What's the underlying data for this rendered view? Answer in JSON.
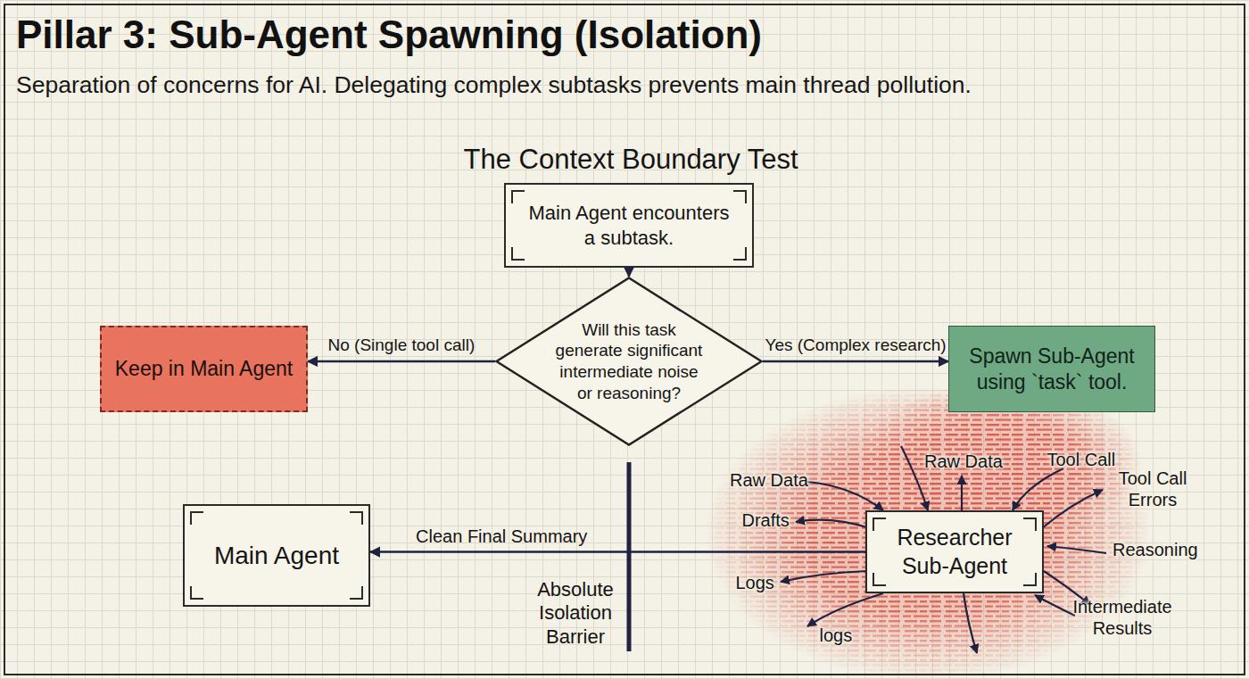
{
  "diagram": {
    "title": "Pillar 3: Sub-Agent Spawning (Isolation)",
    "caption": "Separation of concerns for AI. Delegating complex subtasks prevents main thread pollution.",
    "nodes": [
      {
        "text": [
          "Main Agent encounters a subtask."
        ]
      },
      {
        "text": [
          "Will this task generate significant intermediate noise or reasoning?"
        ]
      },
      {
        "text": [
          "Keep in Main Agent"
        ]
      },
      {
        "text": [
          "Spawn Sub-Agent using `task` tool."
        ]
      },
      {
        "text": [
          "Main Agent"
        ]
      },
      {
        "text": [
          "Researcher Sub-Agent"
        ]
      }
    ],
    "edges": [
      {
        "from": 0,
        "to": 1,
        "arrow": "to"
      },
      {
        "from": 1,
        "to": 2,
        "label": "No (Single tool call)",
        "arrow": "to"
      },
      {
        "from": 1,
        "to": 3,
        "label": "Yes (Complex research)",
        "arrow": "to"
      },
      {
        "from": 5,
        "to": 4,
        "label": "Clean Final Summary",
        "arrow": "to"
      }
    ],
    "labels": [
      "The Context Boundary Test",
      "Absolute Isolation Barrier",
      "Raw Data",
      "Drafts",
      "Logs",
      "logs",
      "Raw Data",
      "Tool Call",
      "Tool Call Errors",
      "Reasoning",
      "Intermediate Results"
    ]
  }
}
